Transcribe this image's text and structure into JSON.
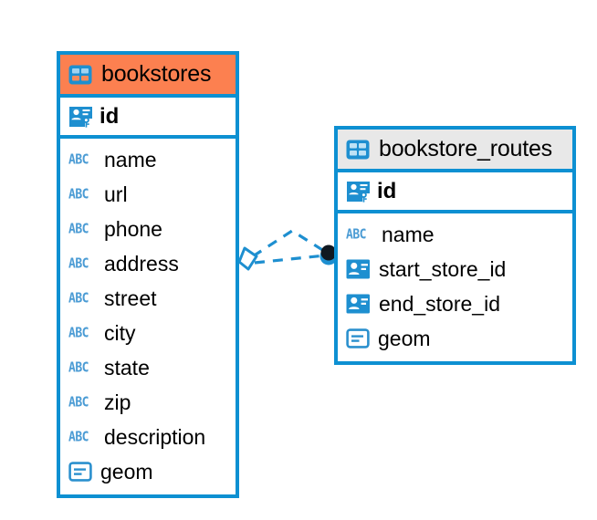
{
  "diagram": {
    "type": "entity-relationship-diagram",
    "background": "#ffffff",
    "accent_blue": "#0D90D2",
    "accent_orange": "#FC8050",
    "accent_gray": "#E8E8E8",
    "icon_blue": "#1E8FD0",
    "abc_blue": "#4A9BD4"
  },
  "tables": [
    {
      "name": "bookstores",
      "header_color": "#FC8050",
      "header_icon": "table-icon",
      "primary_key": {
        "label": "id",
        "icon": "primary-key-icon"
      },
      "fields": [
        {
          "label": "name",
          "icon": "abc-text-icon",
          "icon_text": "ABC"
        },
        {
          "label": "url",
          "icon": "abc-text-icon",
          "icon_text": "ABC"
        },
        {
          "label": "phone",
          "icon": "abc-text-icon",
          "icon_text": "ABC"
        },
        {
          "label": "address",
          "icon": "abc-text-icon",
          "icon_text": "ABC"
        },
        {
          "label": "street",
          "icon": "abc-text-icon",
          "icon_text": "ABC"
        },
        {
          "label": "city",
          "icon": "abc-text-icon",
          "icon_text": "ABC"
        },
        {
          "label": "state",
          "icon": "abc-text-icon",
          "icon_text": "ABC"
        },
        {
          "label": "zip",
          "icon": "abc-text-icon",
          "icon_text": "ABC"
        },
        {
          "label": "description",
          "icon": "abc-text-icon",
          "icon_text": "ABC"
        },
        {
          "label": "geom",
          "icon": "geometry-icon",
          "icon_text": ""
        }
      ]
    },
    {
      "name": "bookstore_routes",
      "header_color": "#E8E8E8",
      "header_icon": "table-icon",
      "primary_key": {
        "label": "id",
        "icon": "primary-key-icon"
      },
      "fields": [
        {
          "label": "name",
          "icon": "abc-text-icon",
          "icon_text": "ABC"
        },
        {
          "label": "start_store_id",
          "icon": "foreign-key-icon",
          "icon_text": ""
        },
        {
          "label": "end_store_id",
          "icon": "foreign-key-icon",
          "icon_text": ""
        },
        {
          "label": "geom",
          "icon": "geometry-icon",
          "icon_text": ""
        }
      ]
    }
  ],
  "relationship": {
    "line_style": "dashed",
    "color": "#1E8FD0",
    "source_marker": "zero-or-one-diamond",
    "target_marker": "filled-circle"
  }
}
